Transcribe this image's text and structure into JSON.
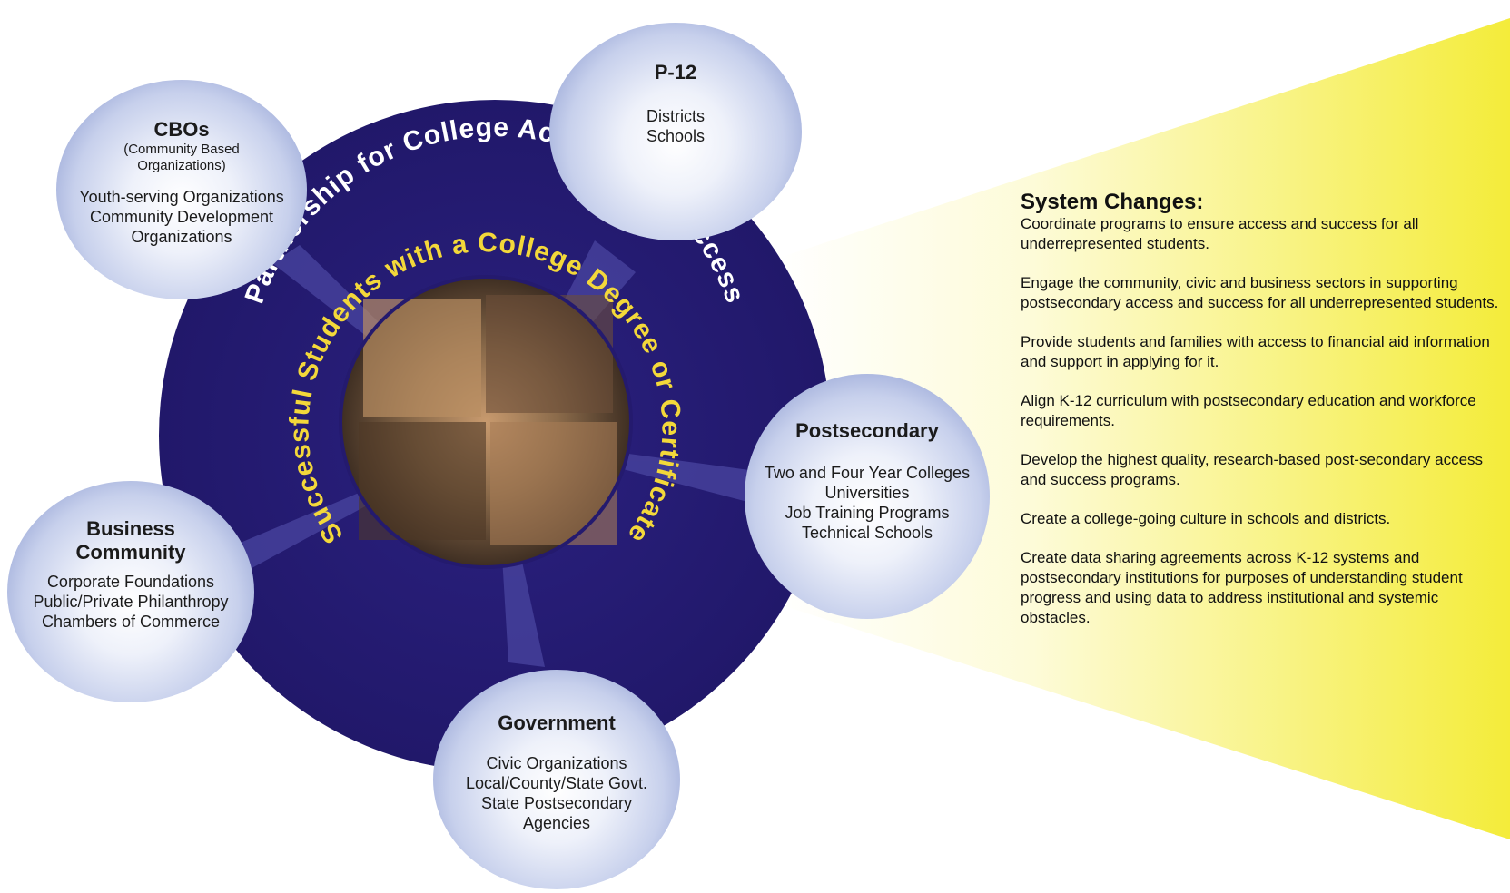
{
  "outer_ring_text": "Partnership for College Access and Success",
  "inner_ring_text": "Successful Students with a College Degree or Certificate",
  "colors": {
    "ring": "#241a6e",
    "arc_text": "#ffffff",
    "inner_arc_text": "#f3d83a",
    "beam_gradient_end": "#f4ec3a",
    "bubble_edge": "#8492cc"
  },
  "photo_collage": "students-photo-collage",
  "nodes": {
    "p12": {
      "title": "P-12",
      "items": [
        "Districts",
        "Schools"
      ]
    },
    "cbos": {
      "title": "CBOs",
      "subtitle": [
        "(Community Based",
        "Organizations)"
      ],
      "items": [
        "Youth-serving Organizations",
        "Community Development",
        "Organizations"
      ]
    },
    "postsecondary": {
      "title": "Postsecondary",
      "items": [
        "Two and Four Year Colleges",
        "Universities",
        "Job Training Programs",
        "Technical Schools"
      ]
    },
    "business": {
      "title_lines": [
        "Business",
        "Community"
      ],
      "items": [
        "Corporate Foundations",
        "Public/Private Philanthropy",
        "Chambers of Commerce"
      ]
    },
    "government": {
      "title": "Government",
      "items": [
        "Civic Organizations",
        "Local/County/State Govt.",
        "State Postsecondary",
        "Agencies"
      ]
    }
  },
  "system_changes": {
    "heading": "System Changes:",
    "items": [
      "Coordinate programs to ensure access and success for all underrepresented students.",
      "Engage the community, civic and business sectors in supporting postsecondary access and success for all underrepresented students.",
      "Provide students and families with access to financial aid information and support in applying for it.",
      "Align K-12 curriculum with postsecondary education and workforce requirements.",
      "Develop the highest quality, research-based post-secondary access and success programs.",
      "Create a college-going culture in schools and districts.",
      "Create data sharing agreements across K-12 systems and postsecondary institutions for purposes of understanding student progress and using data to address institutional and systemic obstacles."
    ]
  }
}
